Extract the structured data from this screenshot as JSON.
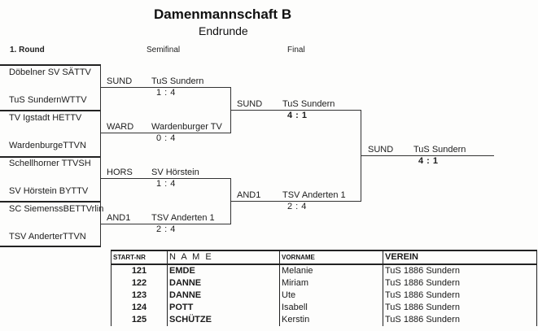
{
  "header": {
    "title": "Damenmannschaft B",
    "subtitle": "Endrunde"
  },
  "rounds": {
    "round1": "1. Round",
    "semifinal": "Semifinal",
    "final": "Final"
  },
  "round1_teams": [
    "Döbelner SV SÄTTV",
    "TuS SundernWTTV",
    "TV Igstadt    HETTV",
    "WardenburgeTTVN",
    "Schellhorner TTVSH",
    "SV Hörstein  BYTTV",
    "SC SiemenssBETTVrlin",
    "TSV AnderterTTVN"
  ],
  "semifinal_matches": [
    {
      "code": "SUND",
      "team": "TuS Sundern",
      "score": "1 : 4"
    },
    {
      "code": "WARD",
      "team": "Wardenburger TV",
      "score": "0 : 4"
    },
    {
      "code": "HORS",
      "team": "SV Hörstein",
      "score": "1 : 4"
    },
    {
      "code": "AND1",
      "team": "TSV Anderten 1",
      "score": "2 : 4"
    }
  ],
  "final_matches": [
    {
      "code": "SUND",
      "team": "TuS Sundern",
      "score": "4 : 1"
    },
    {
      "code": "AND1",
      "team": "TSV Anderten 1",
      "score": "2 : 4"
    }
  ],
  "winner": {
    "code": "SUND",
    "team": "TuS Sundern",
    "score": "4 : 1"
  },
  "table": {
    "headers": [
      "START-NR",
      "N A M E",
      "VORNAME",
      "VEREIN"
    ],
    "rows": [
      {
        "startnr": "121",
        "name": "EMDE",
        "vorname": "Melanie",
        "verein": "TuS 1886 Sundern"
      },
      {
        "startnr": "122",
        "name": "DANNE",
        "vorname": "Miriam",
        "verein": "TuS 1886 Sundern"
      },
      {
        "startnr": "123",
        "name": "DANNE",
        "vorname": "Ute",
        "verein": "TuS 1886 Sundern"
      },
      {
        "startnr": "124",
        "name": "POTT",
        "vorname": "Isabell",
        "verein": "TuS 1886 Sundern"
      },
      {
        "startnr": "125",
        "name": "SCHÜTZE",
        "vorname": "Kerstin",
        "verein": "TuS 1886 Sundern"
      }
    ]
  }
}
